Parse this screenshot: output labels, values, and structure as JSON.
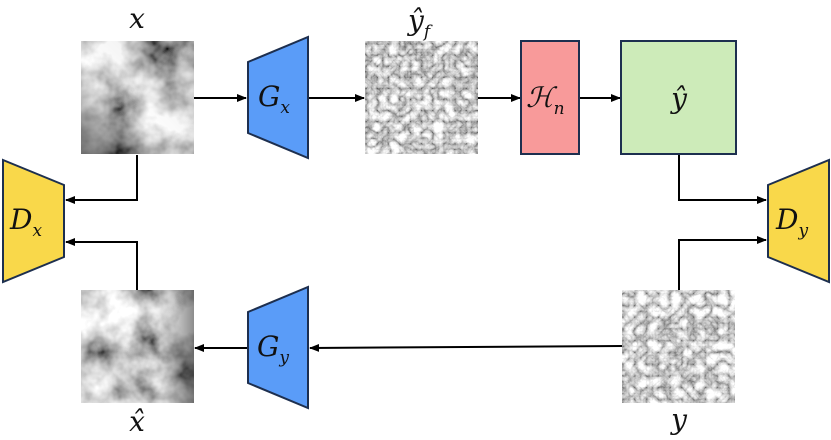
{
  "nodes": {
    "x": {
      "label": "x"
    },
    "y_hat_f": {
      "label": "ŷ",
      "sub": "f"
    },
    "y_hat": {
      "label": "ŷ"
    },
    "x_hat": {
      "label": "x̂"
    },
    "y": {
      "label": "y"
    },
    "G_x": {
      "label": "G",
      "sub": "x"
    },
    "G_y": {
      "label": "G",
      "sub": "y"
    },
    "H_n": {
      "label": "ℋ",
      "sub": "n"
    },
    "D_x": {
      "label": "D",
      "sub": "x"
    },
    "D_y": {
      "label": "D",
      "sub": "y"
    }
  },
  "colors": {
    "generator": "#5a9cf8",
    "discriminator": "#f9d84a",
    "operator": "#f89a9a",
    "output": "#cdebb9",
    "stroke": "#1d2f4f",
    "edge": "#000000"
  },
  "icons": {
    "generator": "trapezoid-narrowing-right",
    "generator_y": "trapezoid-narrowing-left",
    "discriminator_x": "trapezoid-narrowing-left",
    "discriminator_y": "trapezoid-narrowing-right",
    "image": "grayscale-texture-image"
  }
}
